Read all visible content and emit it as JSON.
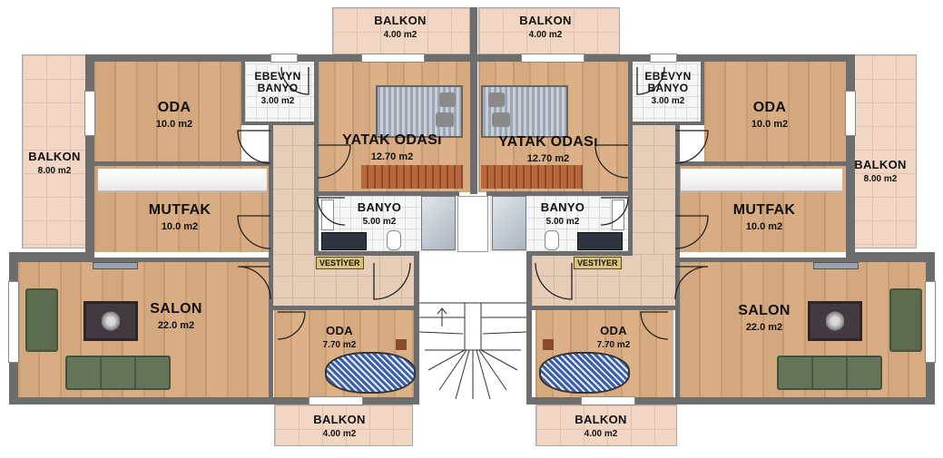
{
  "rooms": {
    "balkon_top_left": {
      "name": "BALKON",
      "area": "4.00 m2"
    },
    "balkon_top_right": {
      "name": "BALKON",
      "area": "4.00 m2"
    },
    "balkon_left": {
      "name": "BALKON",
      "area": "8.00 m2"
    },
    "balkon_right": {
      "name": "BALKON",
      "area": "8.00 m2"
    },
    "balkon_bottom_left": {
      "name": "BALKON",
      "area": "4.00 m2"
    },
    "balkon_bottom_right": {
      "name": "BALKON",
      "area": "4.00 m2"
    },
    "oda_left": {
      "name": "ODA",
      "area": "10.0 m2"
    },
    "oda_right": {
      "name": "ODA",
      "area": "10.0 m2"
    },
    "ebeveyn_banyo_left": {
      "name1": "EBEVYN",
      "name2": "BANYO",
      "area": "3.00 m2"
    },
    "ebeveyn_banyo_right": {
      "name1": "EBEVYN",
      "name2": "BANYO",
      "area": "3.00 m2"
    },
    "yatak_odasi_left": {
      "name": "YATAK ODASı",
      "area": "12.70 m2"
    },
    "yatak_odasi_right": {
      "name": "YATAK ODASı",
      "area": "12.70 m2"
    },
    "mutfak_left": {
      "name": "MUTFAK",
      "area": "10.0 m2"
    },
    "mutfak_right": {
      "name": "MUTFAK",
      "area": "10.0 m2"
    },
    "banyo_left": {
      "name": "BANYO",
      "area": "5.00 m2"
    },
    "banyo_right": {
      "name": "BANYO",
      "area": "5.00 m2"
    },
    "salon_left": {
      "name": "SALON",
      "area": "22.0 m2"
    },
    "salon_right": {
      "name": "SALON",
      "area": "22.0 m2"
    },
    "oda_small_left": {
      "name": "ODA",
      "area": "7.70 m2"
    },
    "oda_small_right": {
      "name": "ODA",
      "area": "7.70 m2"
    }
  },
  "tags": {
    "vestiyer_left": "VESTİYER",
    "vestiyer_right": "VESTİYER"
  },
  "colors": {
    "wall": "#6d6d6d",
    "wood_floor": "#d4a87f",
    "balcony_floor": "#f1d6c4",
    "hall_tile": "#e6cdb8",
    "sofa": "#5c6a4f",
    "bedding_blue": "#3b5fa8"
  }
}
